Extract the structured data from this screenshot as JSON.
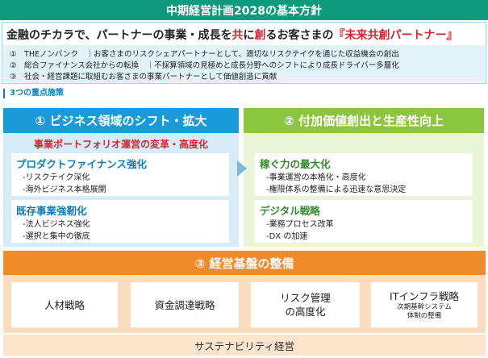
{
  "header": {
    "title": "中期経営計画2028の基本方針"
  },
  "slogan": {
    "part1": "金融のチカラで、パートナーの事業・成長を",
    "em1": "共",
    "part2": "に",
    "em2": "創",
    "part3": "るお客さまの",
    "em3": "『未来共創パートナー』"
  },
  "points": [
    "①　THEノンバンク　｜お客さまのリスクシェアパートナーとして、適切なリスクテイクを通じた収益機会の創出",
    "②　総合ファイナンス会社からの転換　｜不採算領域の見極めと成長分野へのシフトにより成長ドライバー多層化",
    "③　社会・経営課題に取組むお客さまの事業パートナーとして価値創造に貢献"
  ],
  "section_label": "3つの重点施策",
  "column1": {
    "heading": "① ビジネス領域のシフト・拡大",
    "subheading": "事業ポートフォリオ運営の変革・高度化",
    "cards": [
      {
        "title": "プロダクトファイナンス強化",
        "items": [
          "-リスクテイク深化",
          "-海外ビジネス本格展開"
        ]
      },
      {
        "title": "既存事業強靭化",
        "items": [
          "-法人ビジネス強化",
          "-選択と集中の徹底"
        ]
      }
    ]
  },
  "column2": {
    "heading": "② 付加価値創出と生産性向上",
    "cards": [
      {
        "title": "稼ぐ力の最大化",
        "items": [
          "-事業運営の本格化・高度化",
          "-権限体系の整備による迅速な意思決定"
        ]
      },
      {
        "title": "デジタル戦略",
        "items": [
          "-業務プロセス改革",
          "-DX の加速"
        ]
      }
    ]
  },
  "foundation": {
    "heading": "③ 経営基盤の整備",
    "items": [
      {
        "title": "人材戦略",
        "title2": "",
        "sub1": "",
        "sub2": ""
      },
      {
        "title": "資金調達戦略",
        "title2": "",
        "sub1": "",
        "sub2": ""
      },
      {
        "title": "リスク管理",
        "title2": "の高度化",
        "sub1": "",
        "sub2": ""
      },
      {
        "title": "ITインフラ戦略",
        "title2": "",
        "sub1": "次期基幹システム",
        "sub2": "体制の整備"
      }
    ]
  },
  "sustainability": "サステナビリティ経営",
  "colors": {
    "header": "#0f9a7d",
    "column1": "#1a9bd7",
    "column2": "#8cc63f",
    "foundation": "#f08b2a",
    "accent_red": "#d9232d"
  }
}
